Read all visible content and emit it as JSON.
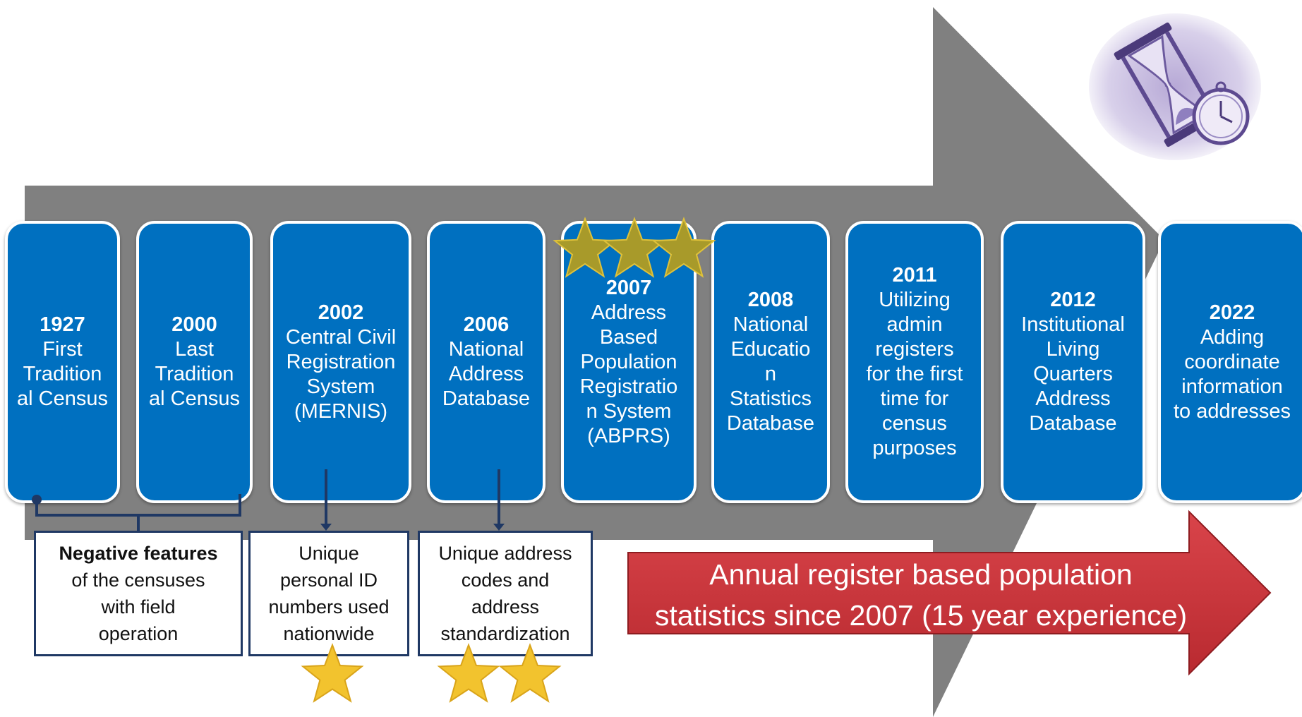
{
  "timeline": [
    {
      "year": "1927",
      "text": "First\nTradition\nal Census"
    },
    {
      "year": "2000",
      "text": "Last\nTradition\nal Census"
    },
    {
      "year": "2002",
      "text": "Central Civil\nRegistration\nSystem\n(MERNIS)"
    },
    {
      "year": "2006",
      "text": "National\nAddress\nDatabase"
    },
    {
      "year": "2007",
      "text": "Address\nBased\nPopulation\nRegistratio\nn System\n(ABPRS)"
    },
    {
      "year": "2008",
      "text": "National\nEducatio\nn\nStatistics\nDatabase"
    },
    {
      "year": "2011",
      "text": "Utilizing\nadmin\nregisters\nfor the first\ntime for\ncensus\npurposes"
    },
    {
      "year": "2012",
      "text": "Institutional\nLiving\nQuarters\nAddress\nDatabase"
    },
    {
      "year": "2022",
      "text": "Adding\ncoordinate\ninformation\nto addresses"
    }
  ],
  "notes": {
    "negative": {
      "bold": "Negative features",
      "text": "of the censuses\nwith field\noperation"
    },
    "personal_id": {
      "text": "Unique\npersonal ID\nnumbers used\nnationwide"
    },
    "address": {
      "text": "Unique address\ncodes and\naddress\nstandardization"
    }
  },
  "banner": {
    "text": "Annual register based population\nstatistics since 2007 (15 year experience)"
  },
  "stars": {
    "personal_id": 1,
    "address": 2,
    "abprs": 3
  },
  "colors": {
    "box_blue": "#0070c0",
    "big_arrow_gray": "#808080",
    "red_arrow": "#d9444a",
    "gold_star": "#f2c32e",
    "olive_star": "#a89a2a",
    "note_border": "#1f3864"
  },
  "icons": {
    "corner_image": "hourglass-and-pocket-watch-icon"
  }
}
